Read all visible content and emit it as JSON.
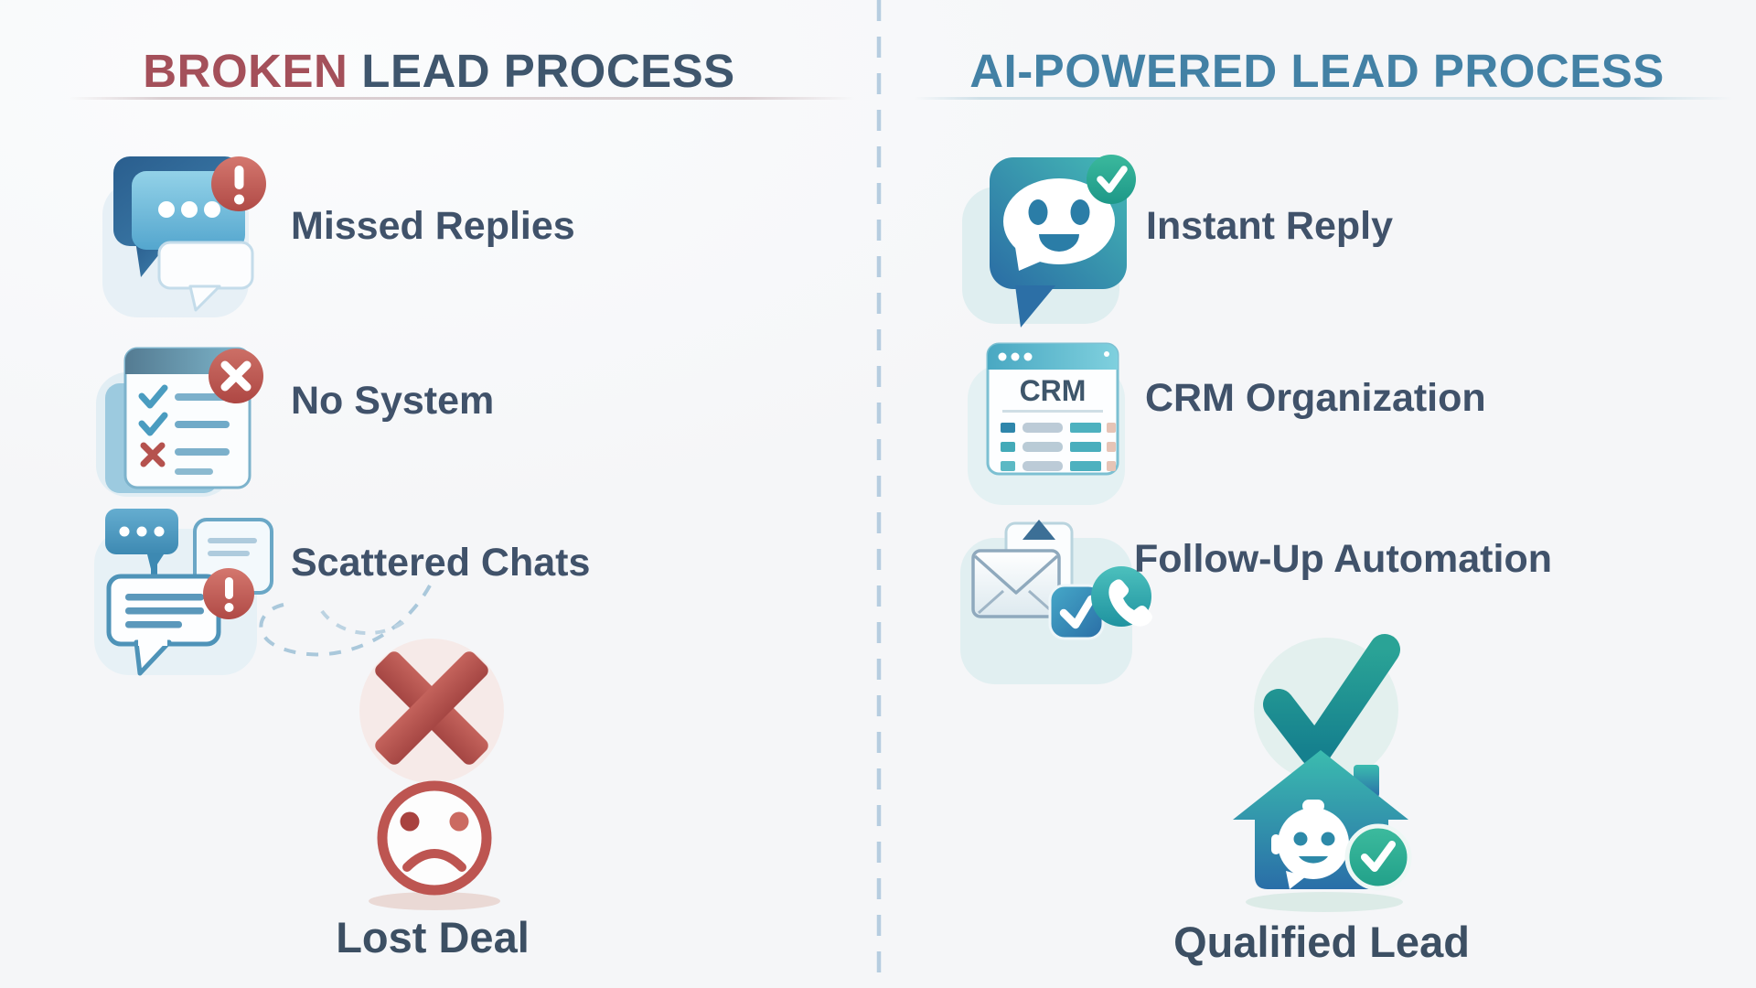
{
  "left": {
    "title": {
      "highlight": "BROKEN",
      "rest": "LEAD PROCESS"
    },
    "items": [
      {
        "label": "Missed Replies",
        "icon": "chat-alert-icon"
      },
      {
        "label": "No System",
        "icon": "checklist-error-icon"
      },
      {
        "label": "Scattered Chats",
        "icon": "scattered-bubbles-icon"
      }
    ],
    "outcome": {
      "label": "Lost Deal",
      "icons": [
        "cross-icon",
        "sad-face-icon"
      ]
    }
  },
  "right": {
    "title": {
      "text": "AI-POWERED LEAD PROCESS"
    },
    "items": [
      {
        "label": "Instant Reply",
        "icon": "chat-smile-check-icon"
      },
      {
        "label": "CRM Organization",
        "icon": "crm-window-icon",
        "window_title": "CRM"
      },
      {
        "label": "Follow-Up Automation",
        "icon": "mail-phone-check-icon"
      }
    ],
    "outcome": {
      "label": "Qualified Lead",
      "icons": [
        "check-icon",
        "smart-home-bot-icon"
      ]
    }
  },
  "colors": {
    "background": "#f5f6f8",
    "broken_red": "#a4505a",
    "heading_slate": "#3f566d",
    "ai_blue": "#4381a5",
    "label_slate": "#40526a",
    "error_red": "#b04a46",
    "success_teal": "#21a089",
    "divider_blue": "#b6cde0"
  }
}
